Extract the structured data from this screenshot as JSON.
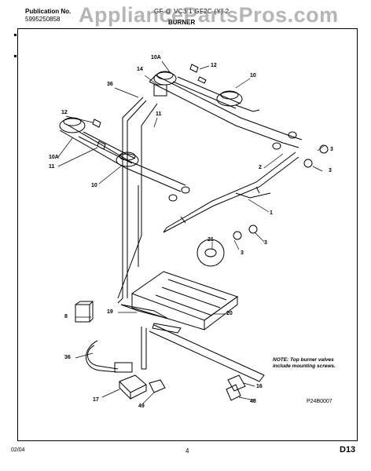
{
  "header": {
    "publication_label": "Publication No.",
    "publication_number": "5995250858",
    "model": "GF @ VC3 1 GF2C (Y) 2",
    "section": "BURNER"
  },
  "watermark": "AppliancePartsPros.com",
  "callouts": [
    "36",
    "14",
    "10A",
    "12",
    "10",
    "11",
    "12",
    "10A",
    "11",
    "10",
    "2",
    "3",
    "3",
    "1",
    "21",
    "3",
    "3",
    "8",
    "19",
    "20",
    "36",
    "17",
    "49",
    "16",
    "48"
  ],
  "note": "NOTE: Top burner valves include mounting screws.",
  "figure_code": "P24B0007",
  "footer": {
    "date": "02/04",
    "page": "4",
    "code": "D13"
  }
}
